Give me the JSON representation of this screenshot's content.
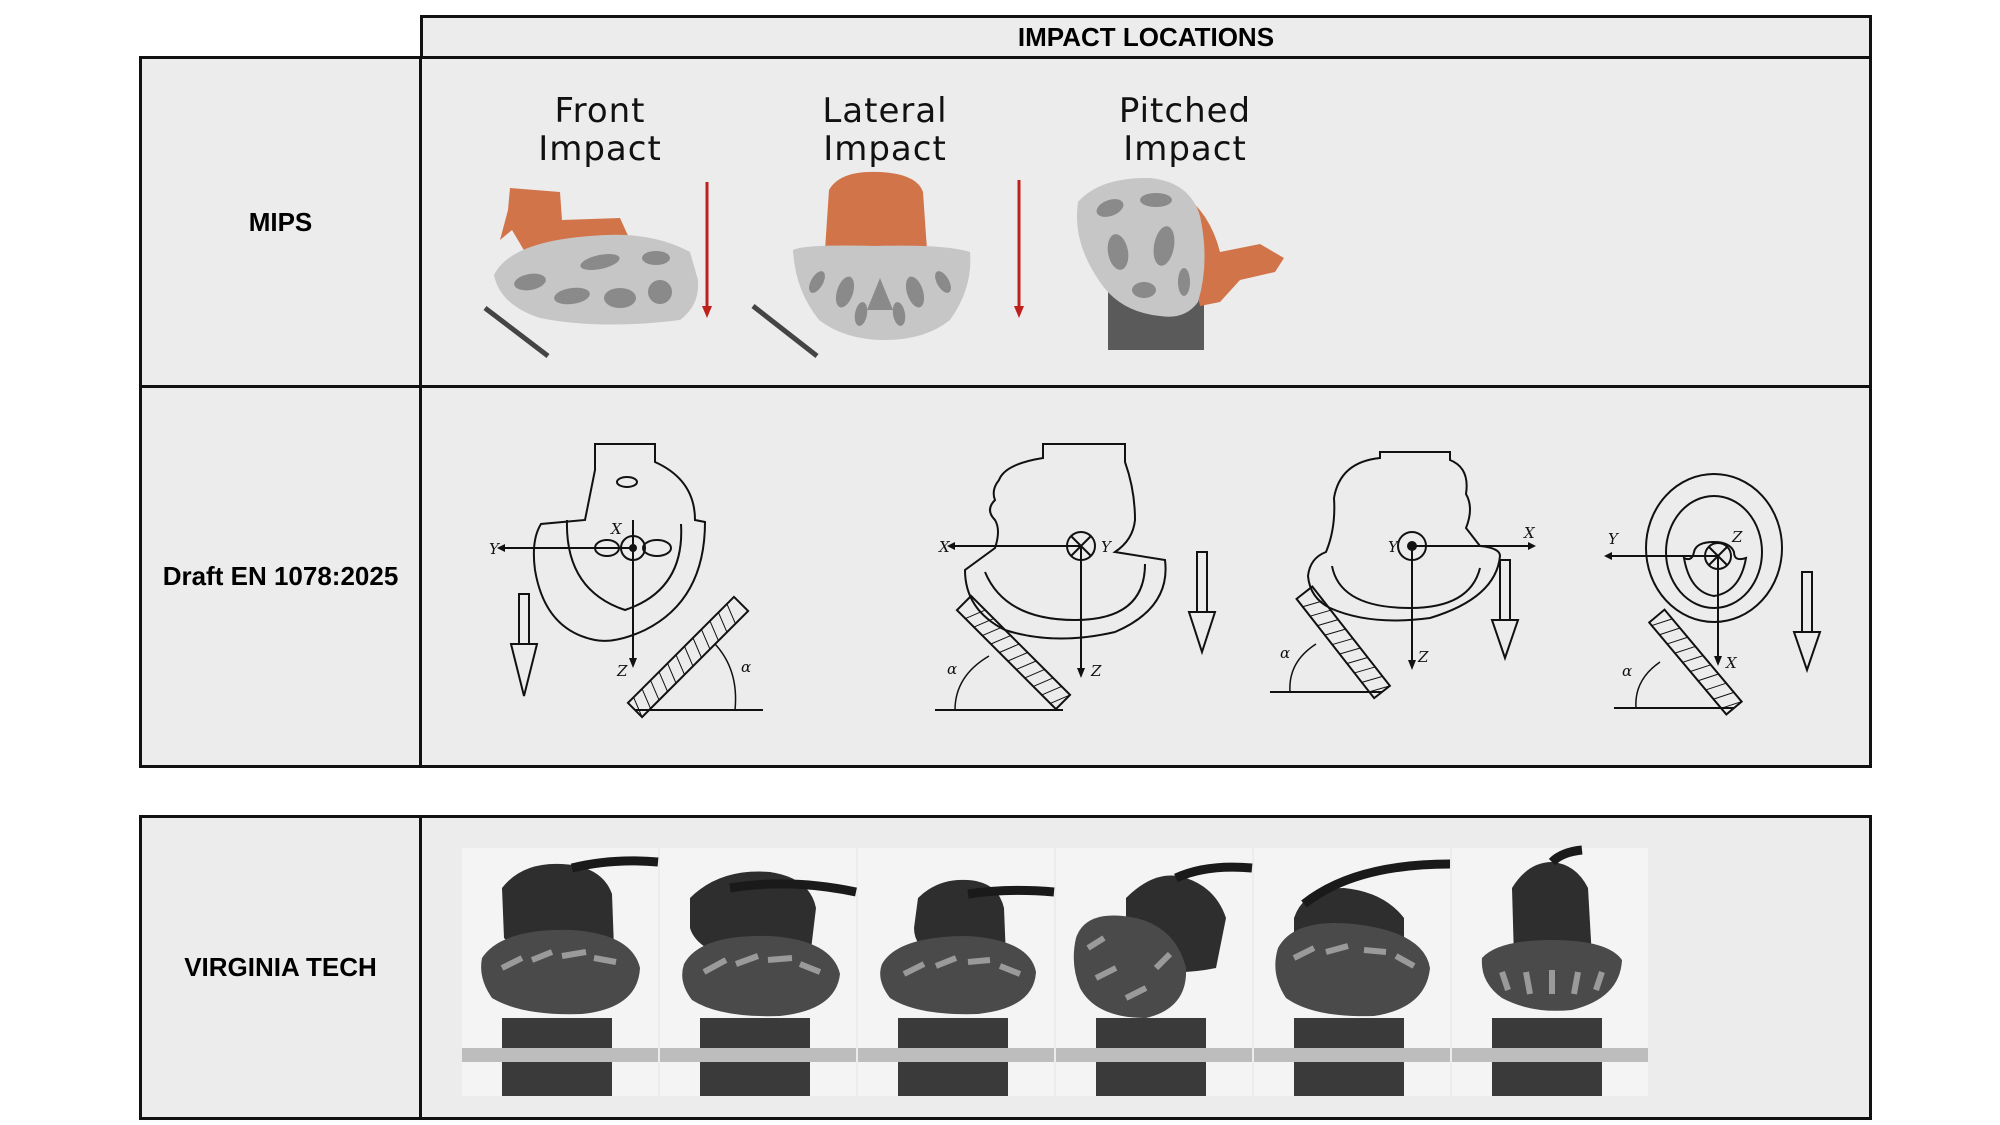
{
  "header": {
    "title": "IMPACT LOCATIONS"
  },
  "rows": [
    {
      "label": "MIPS",
      "impacts": [
        {
          "line1": "Front",
          "line2": "Impact"
        },
        {
          "line1": "Lateral",
          "line2": "Impact"
        },
        {
          "line1": "Pitched",
          "line2": "Impact"
        }
      ]
    },
    {
      "label": "Draft EN 1078:2025",
      "diagrams": [
        {
          "axes": [
            "Y",
            "X",
            "Z"
          ],
          "angle": "α"
        },
        {
          "axes": [
            "X",
            "Y",
            "Z"
          ],
          "angle": "α"
        },
        {
          "axes": [
            "Y",
            "X",
            "Z"
          ],
          "angle": "α"
        },
        {
          "axes": [
            "Y",
            "Z",
            "X"
          ],
          "angle": "α"
        }
      ]
    },
    {
      "label": "VIRGINIA TECH",
      "photos_count_shown": 6
    }
  ],
  "colors": {
    "head_orange": "#d2744a",
    "helmet_grey": "#c4c4c4",
    "vent_dark": "#8a8a8a",
    "arrow_red": "#c0201c",
    "panel_bg": "#ececec",
    "border": "#111111"
  }
}
